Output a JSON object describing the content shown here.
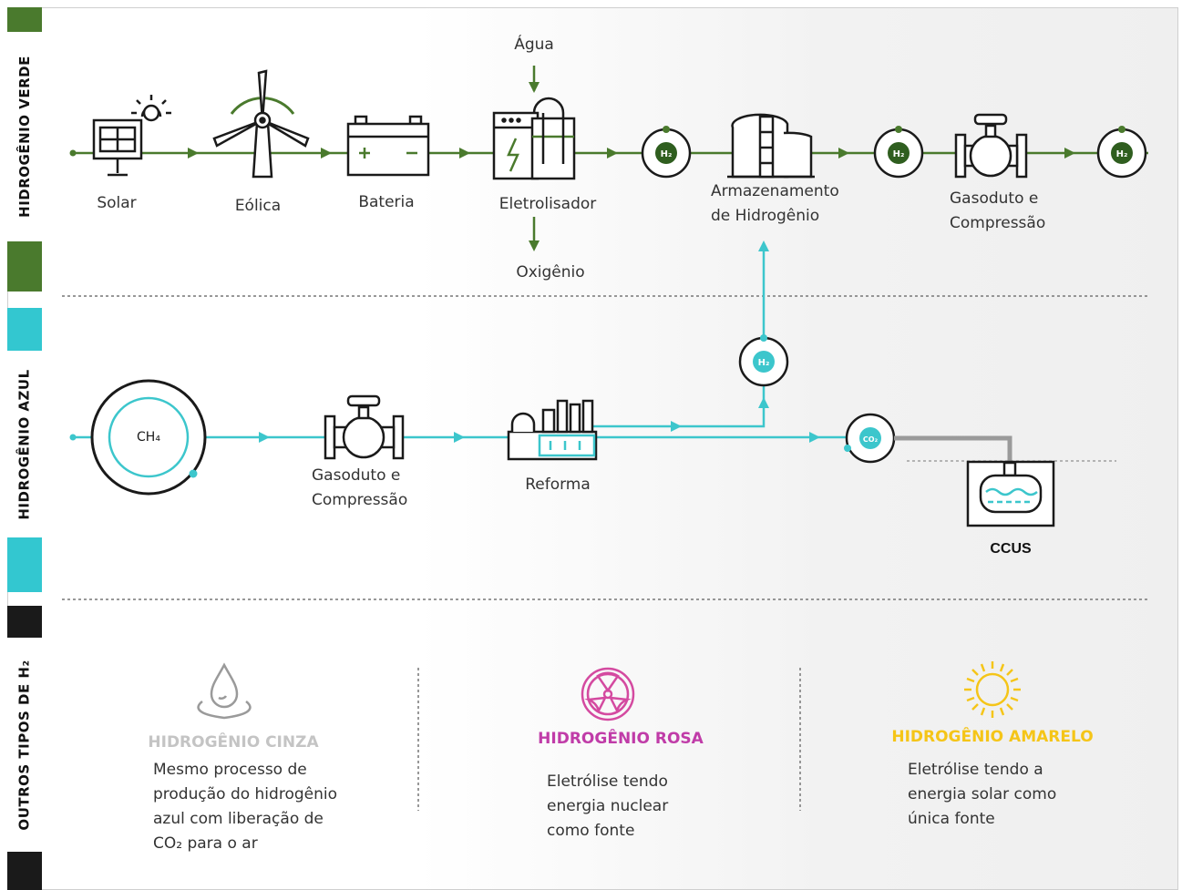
{
  "colors": {
    "green": "#4a7a2d",
    "green_dark": "#2f5e1f",
    "cyan": "#3cc6cc",
    "cyan_bar": "#33c7d0",
    "black": "#1a1a1a",
    "gray_title": "#c4c4c4",
    "pink": "#c03ca8",
    "pink_icon": "#d44aa0",
    "yellow": "#f5c518",
    "gray_line": "#9a9a9a"
  },
  "sections": {
    "green": "HIDROGÊNIO VERDE",
    "blue": "HIDROGÊNIO AZUL",
    "others": "OUTROS TIPOS DE H₂"
  },
  "green_flow": {
    "water": "Água",
    "solar": "Solar",
    "wind": "Eólica",
    "battery": "Bateria",
    "electrolyzer": "Eletrolisador",
    "oxygen": "Oxigênio",
    "storage": "Armazenamento\nde Hidrogênio",
    "pipeline": "Gasoduto e\nCompressão",
    "h2_symbol": "H₂"
  },
  "blue_flow": {
    "methane": "CH₄",
    "pipeline": "Gasoduto e\nCompressão",
    "reform": "Reforma",
    "co2_symbol": "CO₂",
    "h2_symbol": "H₂",
    "ccus": "CCUS"
  },
  "others": [
    {
      "title": "HIDROGÊNIO CINZA",
      "text": "Mesmo processo de\nprodução do hidrogênio\nazul com liberação de\nCO₂ para o ar",
      "icon": "water-drop-icon"
    },
    {
      "title": "HIDROGÊNIO ROSA",
      "text": "Eletrólise tendo\nenergia nuclear\ncomo fonte",
      "icon": "radiation-icon"
    },
    {
      "title": "HIDROGÊNIO AMARELO",
      "text": "Eletrólise tendo a\nenergia solar como\núnica fonte",
      "icon": "sun-icon"
    }
  ]
}
